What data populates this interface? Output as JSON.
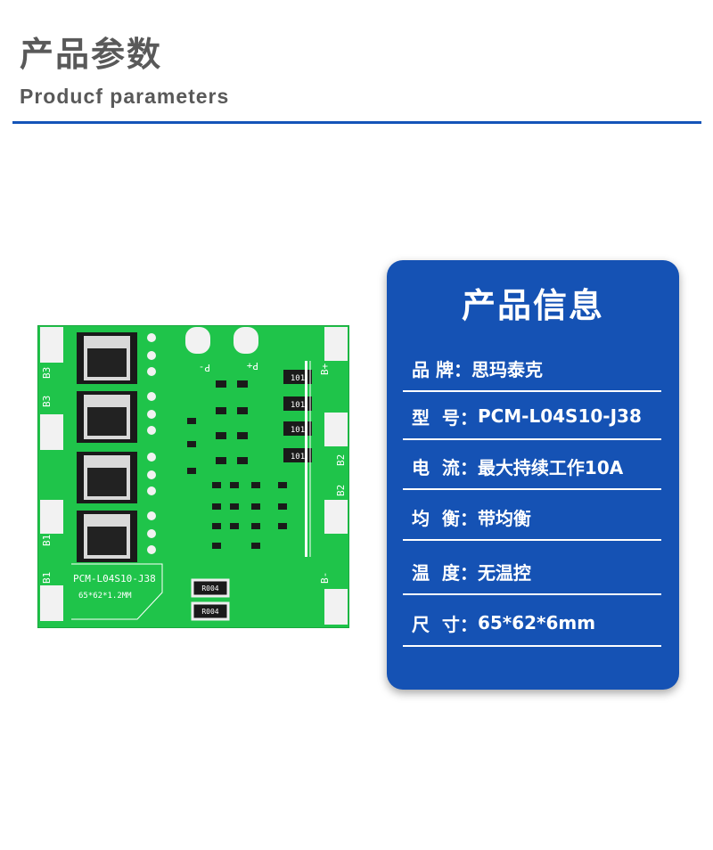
{
  "header": {
    "title_cn": "产品参数",
    "title_en": "Producf  parameters"
  },
  "board": {
    "model_text": "PCM-L04S10-J38",
    "size_text": "65*62*1.2MM",
    "pad_labels": [
      "B3",
      "B3",
      "B1",
      "B1",
      "B+",
      "B2",
      "B2",
      "B-",
      "P-",
      "P+"
    ],
    "resistor_labels": [
      "101",
      "101",
      "101",
      "101",
      "R004",
      "R004"
    ]
  },
  "info_card": {
    "title": "产品信息",
    "rows": [
      {
        "key": "品 牌：",
        "value": "思玛泰克"
      },
      {
        "key": "型  号：",
        "value": "PCM-L04S10-J38"
      },
      {
        "key": "电  流：",
        "value": "最大持续工作10A"
      },
      {
        "key": "均  衡：",
        "value": "带均衡"
      },
      {
        "key": "温  度：",
        "value": "无温控"
      },
      {
        "key": "尺  寸：",
        "value": "65*62*6mm"
      }
    ]
  },
  "colors": {
    "accent": "#1454b8",
    "card_bg": "#1552b4",
    "pcb_green": "#1fc44a",
    "heading_gray": "#595959"
  }
}
